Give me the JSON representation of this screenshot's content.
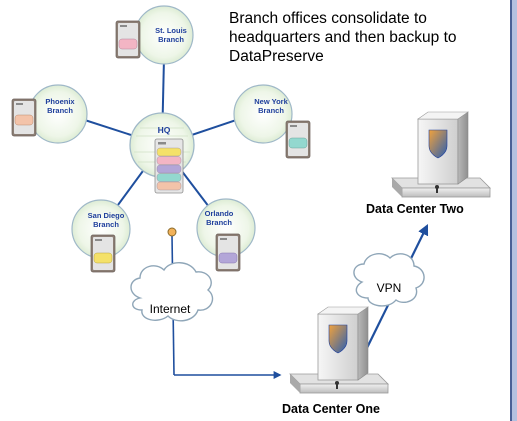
{
  "caption": "Branch offices consolidate to headquarters and then backup to DataPreserve",
  "hub": {
    "label": "HQ"
  },
  "branches": [
    {
      "id": "st-louis",
      "line1": "St. Louis",
      "line2": "Branch",
      "disk_color": "#f3b5c4"
    },
    {
      "id": "new-york",
      "line1": "New York",
      "line2": "Branch",
      "disk_color": "#93d8cf"
    },
    {
      "id": "orlando",
      "line1": "Orlando",
      "line2": "Branch",
      "disk_color": "#b3a6d8"
    },
    {
      "id": "san-diego",
      "line1": "San Diego",
      "line2": "Branch",
      "disk_color": "#f4e169"
    },
    {
      "id": "phoenix",
      "line1": "Phoenix",
      "line2": "Branch",
      "disk_color": "#f3c3a9"
    }
  ],
  "hq_disk_colors": [
    "#f4e169",
    "#f3b5c4",
    "#b3a6d8",
    "#93d8cf",
    "#f3c3a9"
  ],
  "clouds": {
    "internet": "Internet",
    "vpn": "VPN"
  },
  "data_centers": {
    "one": "Data Center One",
    "two": "Data Center Two"
  },
  "colors": {
    "arrow": "#1f4f9e",
    "node_label": "#1f3f9c",
    "junction": "#f2b25a"
  }
}
